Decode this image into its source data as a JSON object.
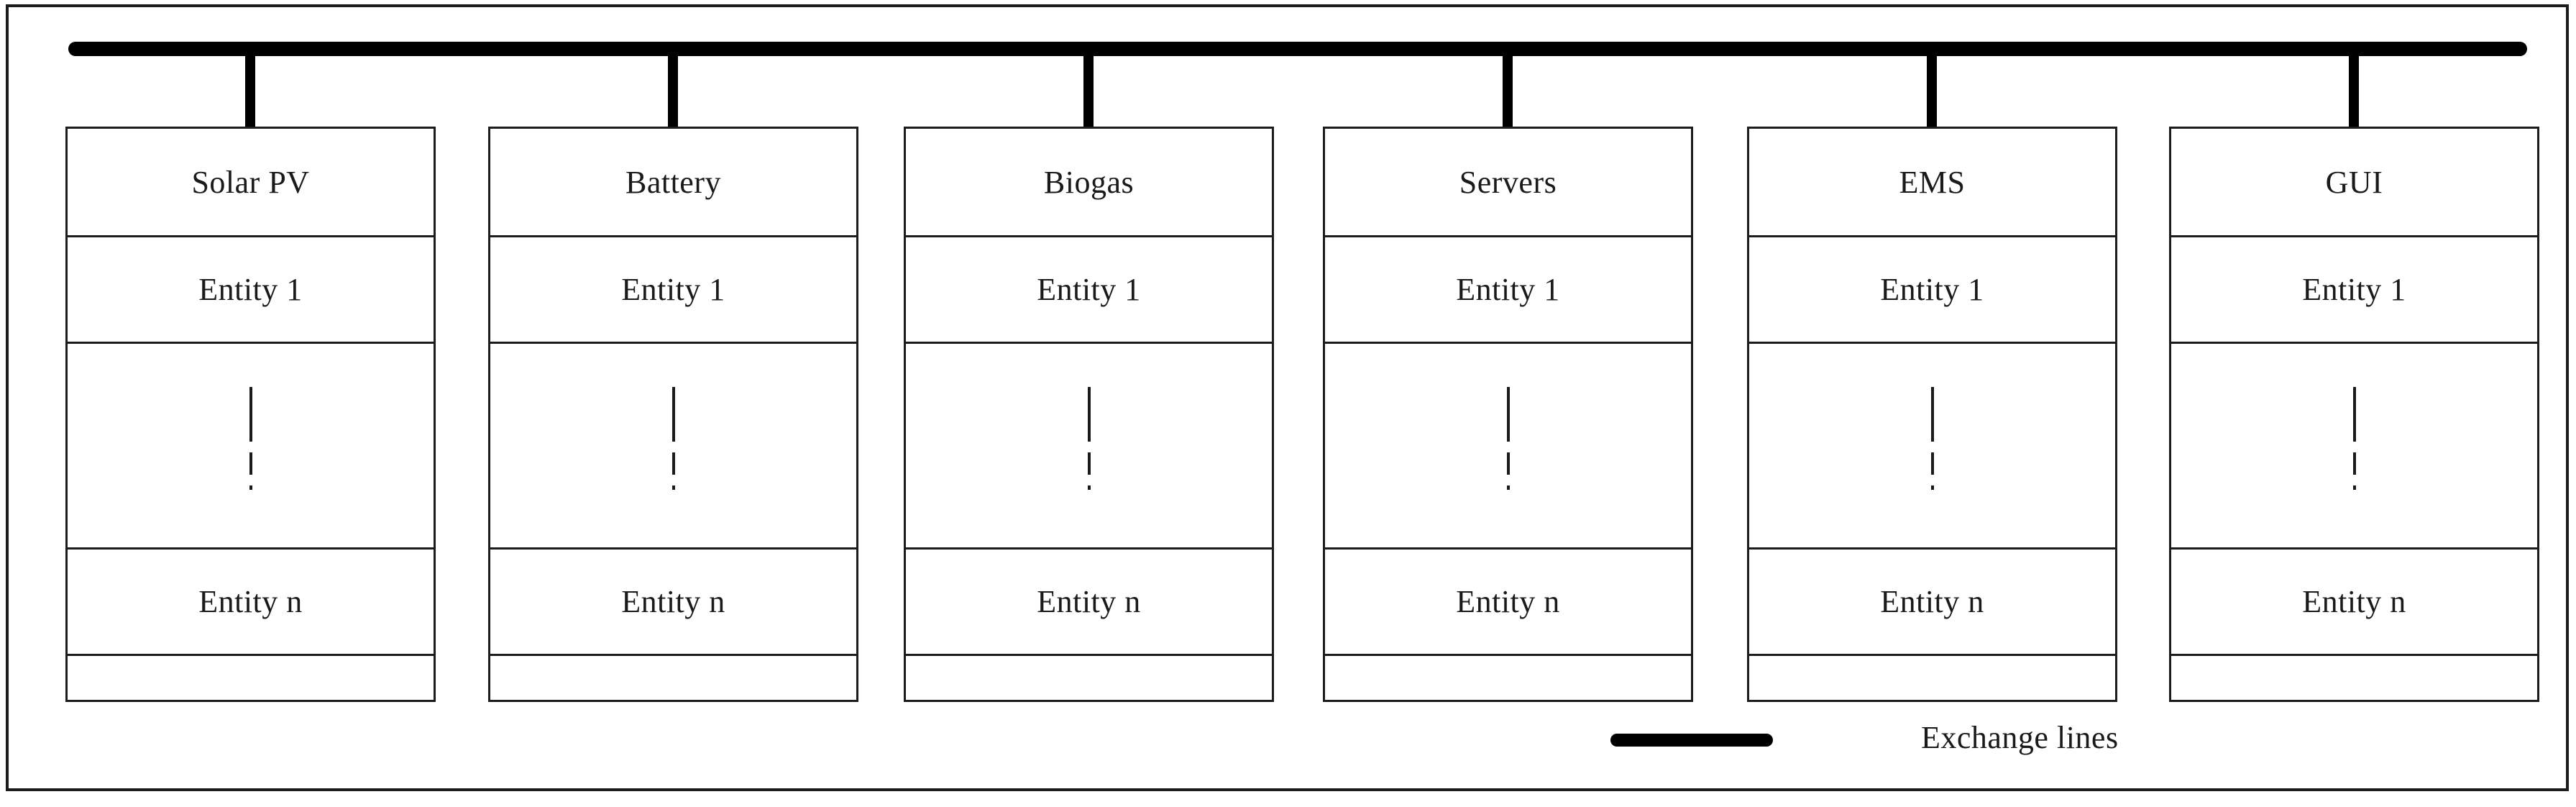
{
  "diagram": {
    "columns": [
      {
        "title": "Solar PV",
        "entity_first": "Entity 1",
        "entity_last": "Entity n"
      },
      {
        "title": "Battery",
        "entity_first": "Entity 1",
        "entity_last": "Entity n"
      },
      {
        "title": "Biogas",
        "entity_first": "Entity 1",
        "entity_last": "Entity n"
      },
      {
        "title": "Servers",
        "entity_first": "Entity 1",
        "entity_last": "Entity n"
      },
      {
        "title": "EMS",
        "entity_first": "Entity 1",
        "entity_last": "Entity n"
      },
      {
        "title": "GUI",
        "entity_first": "Entity 1",
        "entity_last": "Entity n"
      }
    ],
    "legend": {
      "label": "Exchange lines",
      "line_color": "#000000"
    },
    "colors": {
      "line": "#000000",
      "background": "#ffffff",
      "text": "#1a1a1a"
    }
  }
}
